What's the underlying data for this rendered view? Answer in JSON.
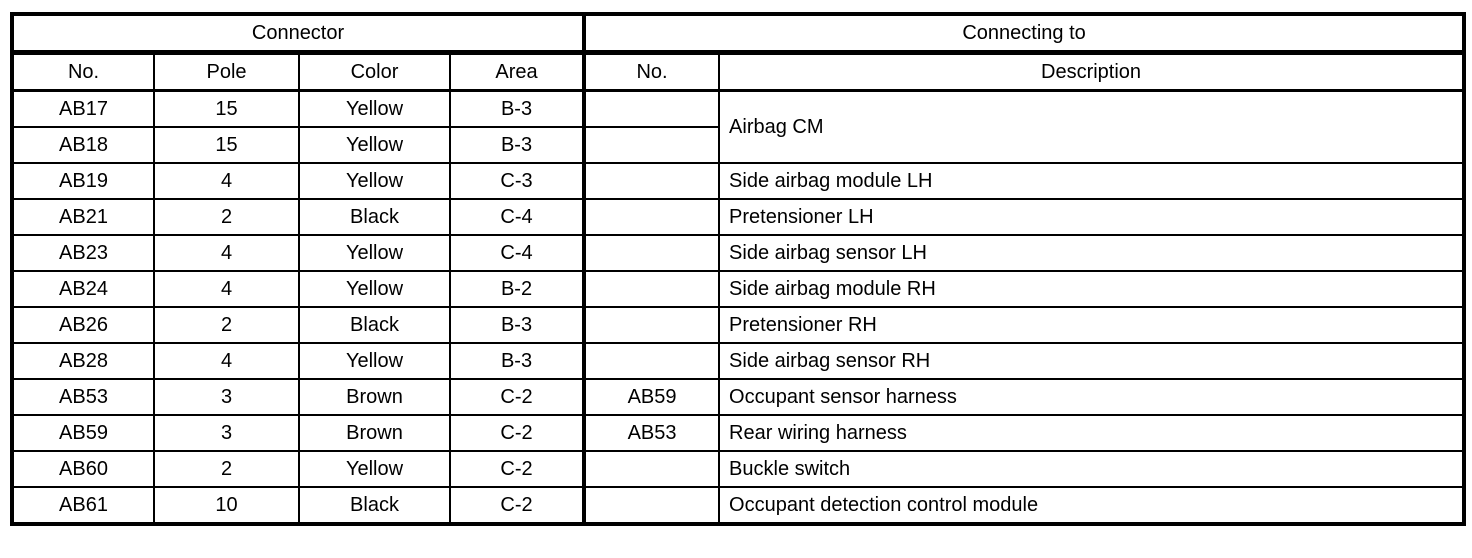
{
  "table": {
    "header": {
      "connector": "Connector",
      "connecting_to": "Connecting to",
      "columns": [
        "No.",
        "Pole",
        "Color",
        "Area",
        "No.",
        "Description"
      ]
    },
    "rows": [
      {
        "no": "AB17",
        "pole": "15",
        "color": "Yellow",
        "area": "B-3",
        "to_no": "",
        "description": "Airbag CM",
        "description_rowspan": 2
      },
      {
        "no": "AB18",
        "pole": "15",
        "color": "Yellow",
        "area": "B-3",
        "to_no": "",
        "description_merged_above": true
      },
      {
        "no": "AB19",
        "pole": "4",
        "color": "Yellow",
        "area": "C-3",
        "to_no": "",
        "description": "Side airbag module LH"
      },
      {
        "no": "AB21",
        "pole": "2",
        "color": "Black",
        "area": "C-4",
        "to_no": "",
        "description": "Pretensioner LH"
      },
      {
        "no": "AB23",
        "pole": "4",
        "color": "Yellow",
        "area": "C-4",
        "to_no": "",
        "description": "Side airbag sensor LH"
      },
      {
        "no": "AB24",
        "pole": "4",
        "color": "Yellow",
        "area": "B-2",
        "to_no": "",
        "description": "Side airbag module RH"
      },
      {
        "no": "AB26",
        "pole": "2",
        "color": "Black",
        "area": "B-3",
        "to_no": "",
        "description": "Pretensioner RH"
      },
      {
        "no": "AB28",
        "pole": "4",
        "color": "Yellow",
        "area": "B-3",
        "to_no": "",
        "description": "Side airbag sensor RH"
      },
      {
        "no": "AB53",
        "pole": "3",
        "color": "Brown",
        "area": "C-2",
        "to_no": "AB59",
        "description": "Occupant sensor harness"
      },
      {
        "no": "AB59",
        "pole": "3",
        "color": "Brown",
        "area": "C-2",
        "to_no": "AB53",
        "description": "Rear wiring harness"
      },
      {
        "no": "AB60",
        "pole": "2",
        "color": "Yellow",
        "area": "C-2",
        "to_no": "",
        "description": "Buckle switch"
      },
      {
        "no": "AB61",
        "pole": "10",
        "color": "Black",
        "area": "C-2",
        "to_no": "",
        "description": "Occupant detection control module"
      }
    ],
    "colors": {
      "border": "#000000",
      "background": "#ffffff",
      "text": "#000000"
    }
  }
}
